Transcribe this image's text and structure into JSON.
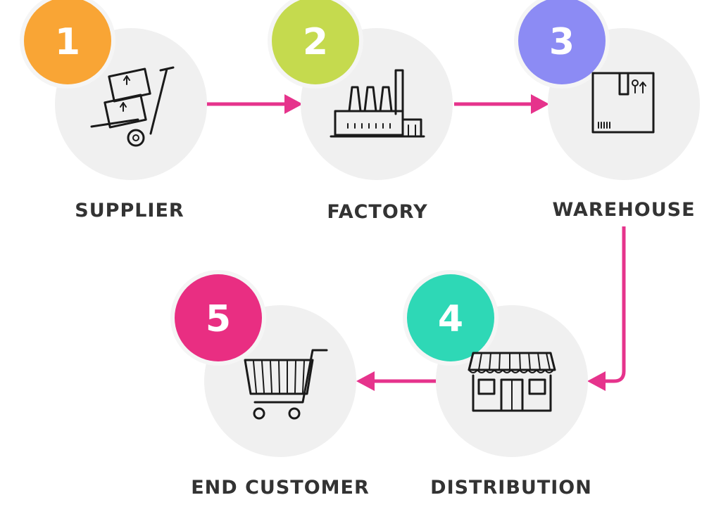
{
  "colors": {
    "arrow": "#e6338c",
    "circle": "#f0f0f0",
    "label": "#333333"
  },
  "steps": [
    {
      "number": "1",
      "label": "SUPPLIER",
      "badge_color": "#f9a535",
      "icon": "hand-truck-icon"
    },
    {
      "number": "2",
      "label": "FACTORY",
      "badge_color": "#c5da4e",
      "icon": "factory-icon"
    },
    {
      "number": "3",
      "label": "WAREHOUSE",
      "badge_color": "#8c8bf4",
      "icon": "package-box-icon"
    },
    {
      "number": "4",
      "label": "DISTRIBUTION",
      "badge_color": "#2ed8b6",
      "icon": "storefront-icon"
    },
    {
      "number": "5",
      "label": "END CUSTOMER",
      "badge_color": "#e92e82",
      "icon": "shopping-cart-icon"
    }
  ]
}
